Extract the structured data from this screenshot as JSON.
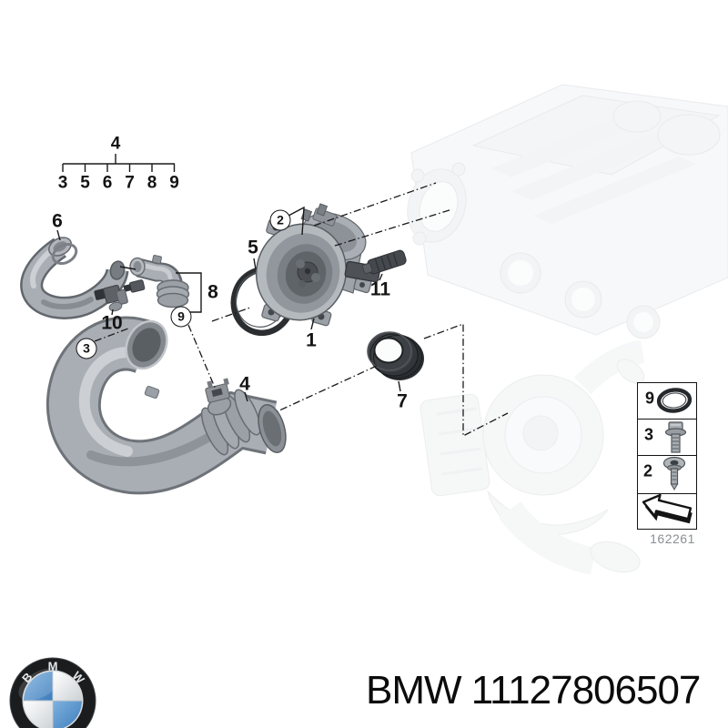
{
  "colors": {
    "bmw_blue": "#3c7cbc",
    "callout_ink": "#141414",
    "legend_code_gray": "#8a8f94"
  },
  "figure": {
    "tree": {
      "root": "4",
      "leaves": [
        "3",
        "5",
        "6",
        "7",
        "8",
        "9"
      ]
    },
    "callouts": {
      "hose": "6",
      "sensor_small": "10",
      "elbow_assembly": "8",
      "oring_left": "5",
      "throttle_body": "1",
      "sensor_right": "11",
      "profile_seal": "7",
      "intake_duct": "4",
      "bolt_pair_circled": "2",
      "oring_port_circled": "9",
      "clip_circled": "3"
    },
    "legend": {
      "rows": [
        {
          "label": "9",
          "icon": "o-ring-icon"
        },
        {
          "label": "3",
          "icon": "flange-bolt-icon"
        },
        {
          "label": "2",
          "icon": "pan-screw-icon"
        },
        {
          "label": "",
          "icon": "direction-arrow-icon"
        }
      ],
      "figure_code": "162261"
    }
  },
  "footer": {
    "logo": {
      "letters": [
        "B",
        "M",
        "W"
      ]
    },
    "part_label": "BMW 11127806507"
  }
}
